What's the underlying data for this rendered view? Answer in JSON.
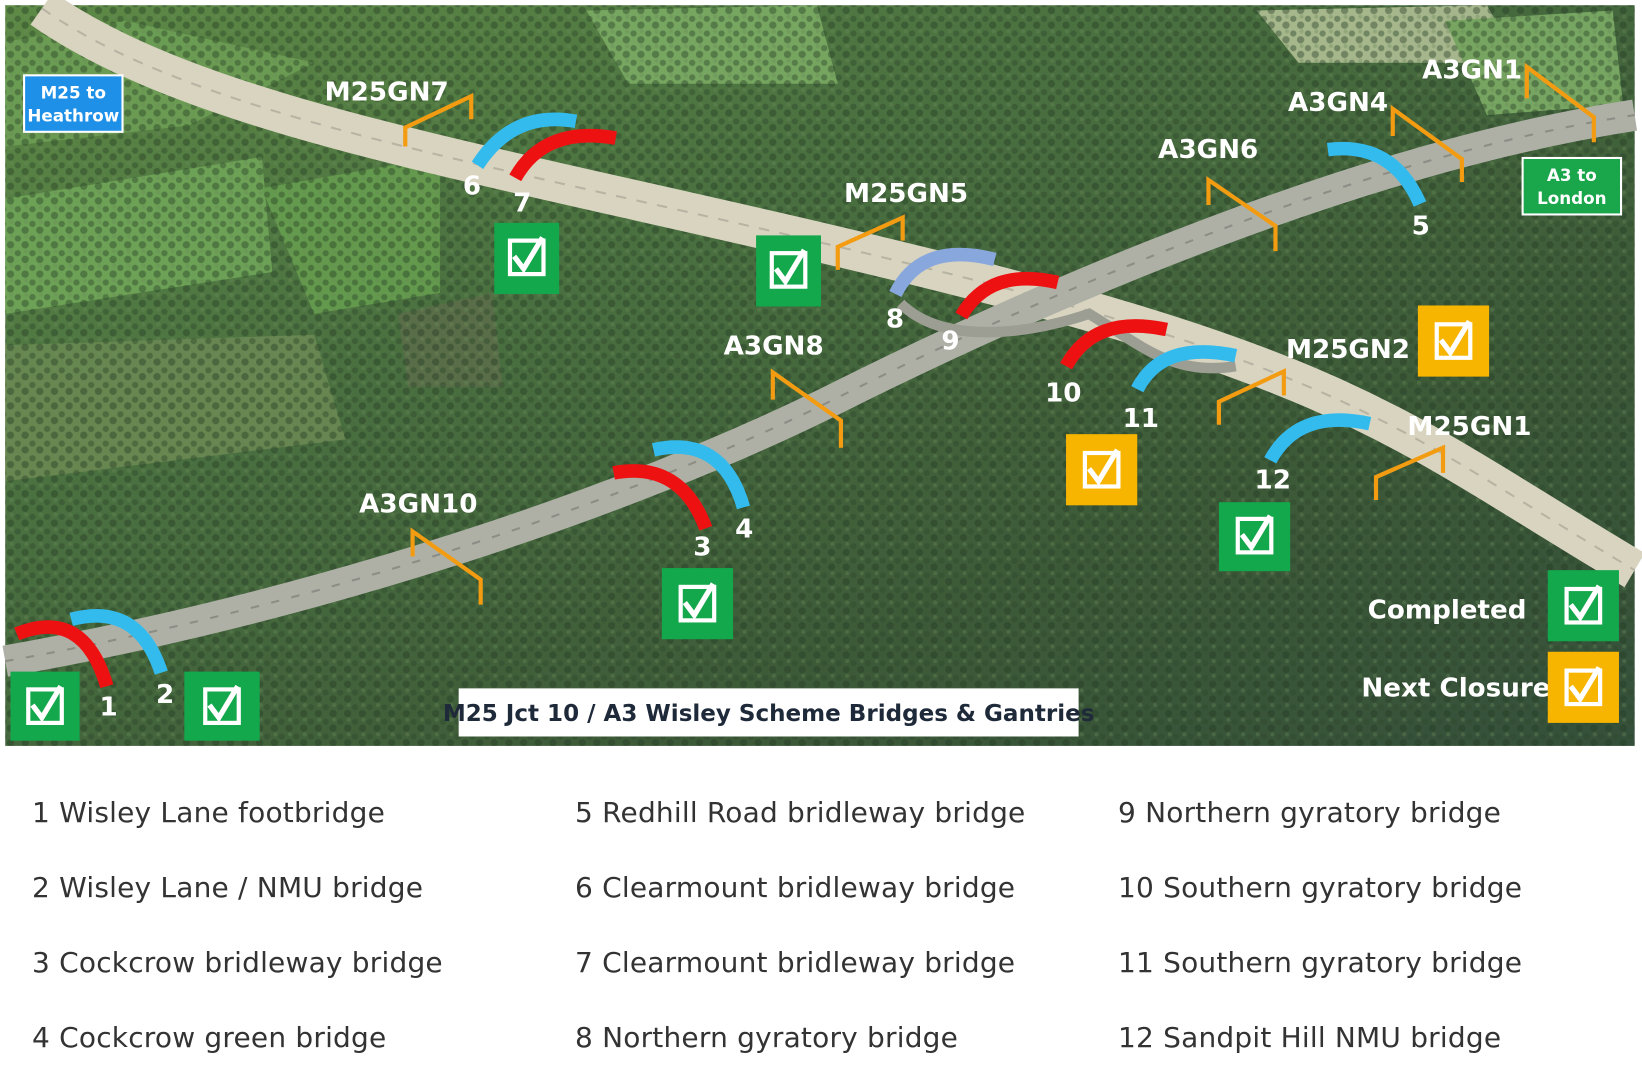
{
  "map": {
    "title": "M25 Jct 10 / A3 Wisley Scheme Bridges & Gantries",
    "signs": {
      "m25": {
        "line1": "M25 to",
        "line2": "Heathrow",
        "color": "#1e90e8"
      },
      "a3": {
        "line1": "A3 to",
        "line2": "London",
        "color": "#1aa64a"
      }
    },
    "gantries": [
      {
        "id": "M25GN7",
        "label": "M25GN7"
      },
      {
        "id": "M25GN5",
        "label": "M25GN5"
      },
      {
        "id": "M25GN2",
        "label": "M25GN2"
      },
      {
        "id": "M25GN1",
        "label": "M25GN1"
      },
      {
        "id": "A3GN1",
        "label": "A3GN1"
      },
      {
        "id": "A3GN4",
        "label": "A3GN4"
      },
      {
        "id": "A3GN6",
        "label": "A3GN6"
      },
      {
        "id": "A3GN8",
        "label": "A3GN8"
      },
      {
        "id": "A3GN10",
        "label": "A3GN10"
      }
    ],
    "bridge_markers": [
      {
        "number": "1",
        "arc_color": "#ee1111"
      },
      {
        "number": "2",
        "arc_color": "#33bbee"
      },
      {
        "number": "3",
        "arc_color": "#ee1111"
      },
      {
        "number": "4",
        "arc_color": "#33bbee"
      },
      {
        "number": "5",
        "arc_color": "#33bbee"
      },
      {
        "number": "6",
        "arc_color": "#33bbee"
      },
      {
        "number": "7",
        "arc_color": "#ee1111"
      },
      {
        "number": "8",
        "arc_color": "#88a8dd"
      },
      {
        "number": "9",
        "arc_color": "#ee1111"
      },
      {
        "number": "10",
        "arc_color": "#ee1111"
      },
      {
        "number": "11",
        "arc_color": "#33bbee"
      },
      {
        "number": "12",
        "arc_color": "#33bbee"
      }
    ],
    "status_legend": {
      "completed": {
        "label": "Completed",
        "color": "#13a84c"
      },
      "next_closure": {
        "label": "Next Closure",
        "color": "#f8b500"
      }
    },
    "gantry_color": "#f39c12"
  },
  "bridge_list": {
    "columns": [
      [
        "1 Wisley Lane footbridge",
        "2 Wisley Lane / NMU bridge",
        "3 Cockcrow bridleway bridge",
        "4 Cockcrow green bridge"
      ],
      [
        "5 Redhill Road bridleway bridge",
        "6 Clearmount bridleway bridge",
        "7 Clearmount bridleway bridge",
        "8 Northern gyratory bridge"
      ],
      [
        "9 Northern gyratory bridge",
        "10 Southern gyratory bridge",
        "11 Southern gyratory bridge",
        "12 Sandpit Hill NMU bridge"
      ]
    ]
  }
}
